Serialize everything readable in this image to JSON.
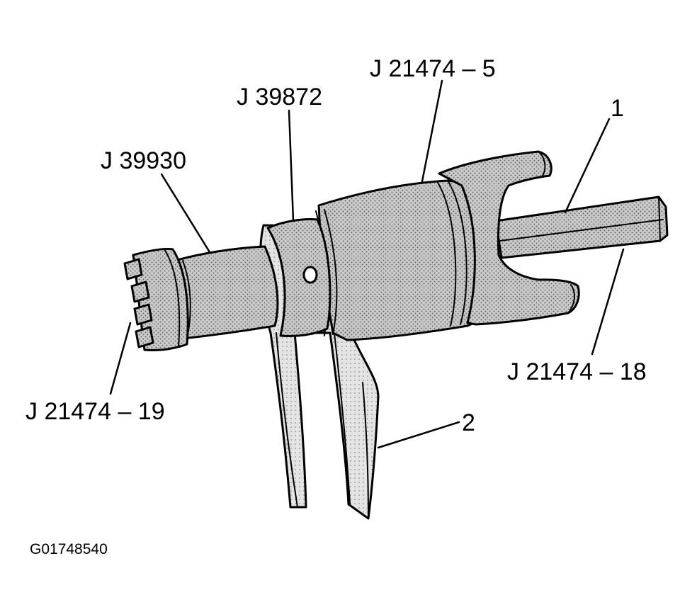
{
  "diagram": {
    "labels": {
      "tool_j21474_5": "J 21474 – 5",
      "tool_j39872": "J 39872",
      "tool_j39930": "J 39930",
      "callout_1": "1",
      "tool_j21474_18": "J 21474 – 18",
      "tool_j21474_19": "J 21474 – 19",
      "callout_2": "2"
    },
    "figure_code": "G01748540"
  }
}
